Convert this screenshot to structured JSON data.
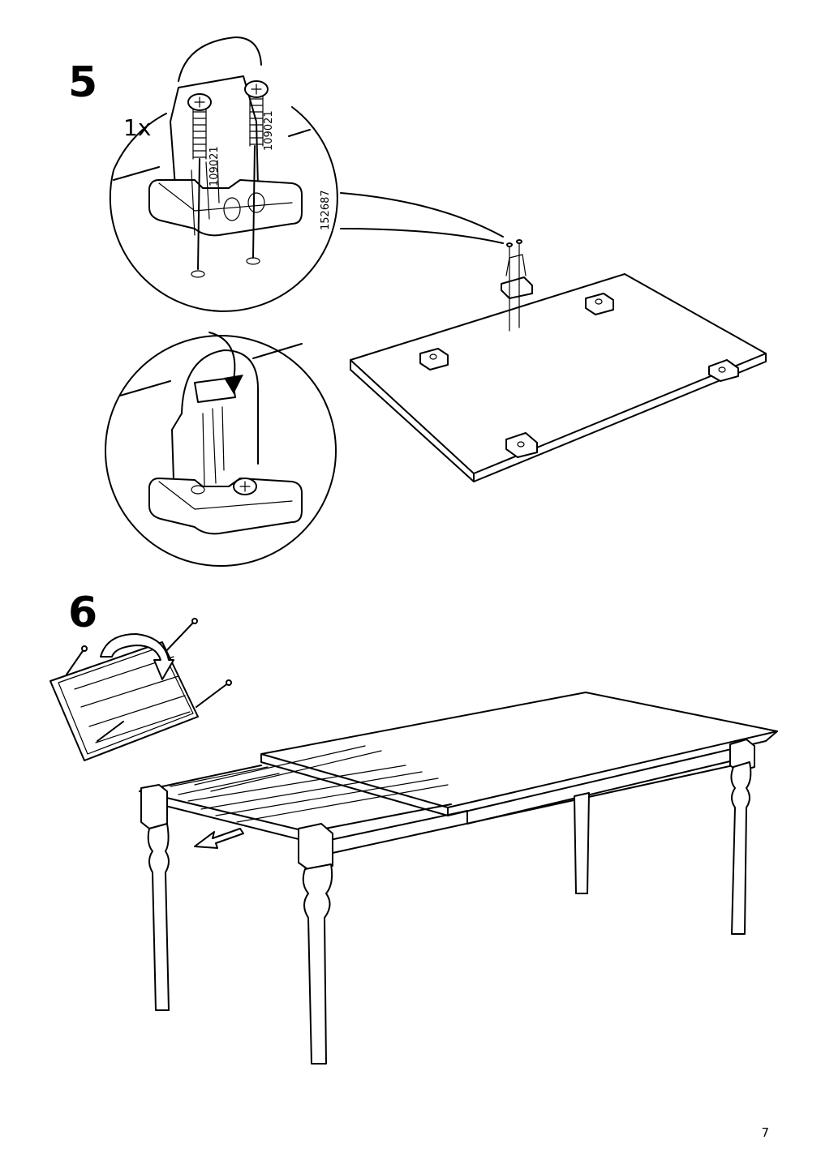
{
  "steps": [
    {
      "number": "5",
      "quantity": "1x",
      "part_codes": [
        "109021",
        "109021",
        "152687"
      ]
    },
    {
      "number": "6"
    }
  ],
  "page_number": "7",
  "icons": {
    "detail_view": "magnifier-circle",
    "rotate": "curved-arrow",
    "pull": "straight-arrow"
  }
}
